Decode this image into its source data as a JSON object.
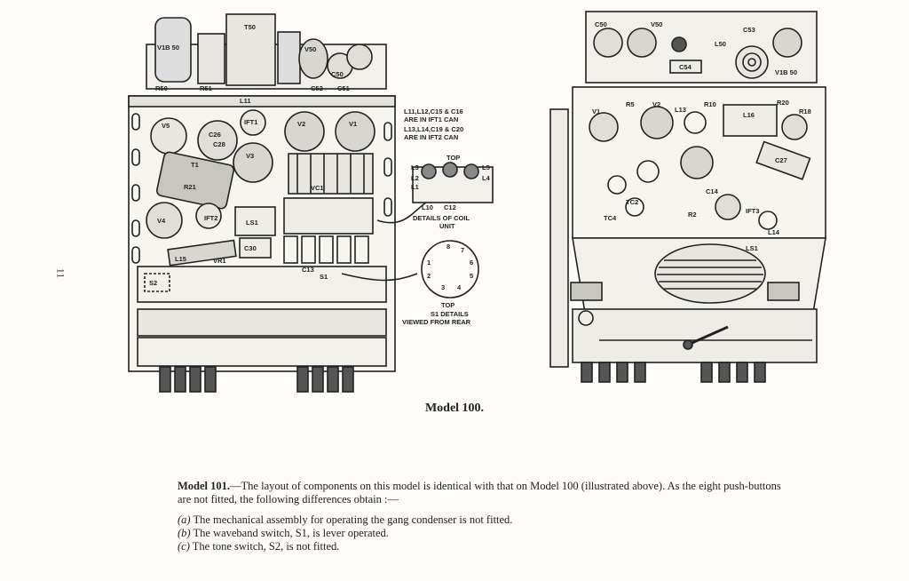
{
  "page_number": "11",
  "left_figure": {
    "labels": {
      "v1b_50": "V1B 50",
      "t50": "T50",
      "v50": "V50",
      "r50": "R50",
      "r51": "R51",
      "c52": "C52",
      "c51": "C51",
      "c50": "C50",
      "l11": "L11",
      "v5": "V5",
      "c26": "C26",
      "c28": "C28",
      "ift1": "IFT1",
      "v2": "V2",
      "v1": "V1",
      "v3": "V3",
      "t1": "T1",
      "r21": "R21",
      "vc1": "VC1",
      "v4": "V4",
      "ift2": "IFT2",
      "ls1": "LS1",
      "l15": "L15",
      "vr1": "VR1",
      "c30": "C30",
      "s2": "S2",
      "c13": "C13",
      "s1": "S1",
      "l3": "L3",
      "l5": "L5",
      "l4": "L4",
      "l2": "L2",
      "l1": "L1",
      "l10": "L10",
      "c12": "C12",
      "top_coil": "TOP",
      "top_s1": "TOP",
      "s1_contacts": [
        "8",
        "7",
        "6",
        "5",
        "4",
        "3",
        "2",
        "1"
      ]
    },
    "note_can1": [
      "L11,L12,C15 & C16",
      "ARE IN IFT1 CAN"
    ],
    "note_can2": [
      "L13,L14,C19 & C20",
      "ARE IN IFT2 CAN"
    ],
    "coil_details": [
      "DETAILS OF COIL",
      "UNIT"
    ],
    "s1_details": [
      "S1 DETAILS",
      "VIEWED FROM REAR"
    ]
  },
  "right_figure": {
    "labels": {
      "c50": "C50",
      "v50": "V50",
      "c53": "C53",
      "l50": "L50",
      "c54": "C54",
      "v1b_50": "V1B 50",
      "v1": "V1",
      "r5": "R5",
      "v2": "V2",
      "l13": "L13",
      "r10": "R10",
      "l16": "L16",
      "r20": "R20",
      "r18": "R18",
      "c27": "C27",
      "c14": "C14",
      "tc2": "TC2",
      "tc4": "TC4",
      "ift3": "IFT3",
      "l14": "L14",
      "r2": "R2",
      "ls1": "LS1"
    }
  },
  "caption": "Model 100.",
  "paragraph": {
    "lead": "Model 101.",
    "text": "—The layout of components on this model is identical with that on Model 100 (illustrated above). As the eight push-buttons are not fitted, the following differences obtain :—"
  },
  "list": [
    {
      "marker": "(a)",
      "text": "The mechanical assembly for operating the gang condenser is not fitted."
    },
    {
      "marker": "(b)",
      "text": "The waveband switch, S1, is lever operated."
    },
    {
      "marker": "(c)",
      "text": "The tone switch, S2, is not fitted."
    }
  ]
}
